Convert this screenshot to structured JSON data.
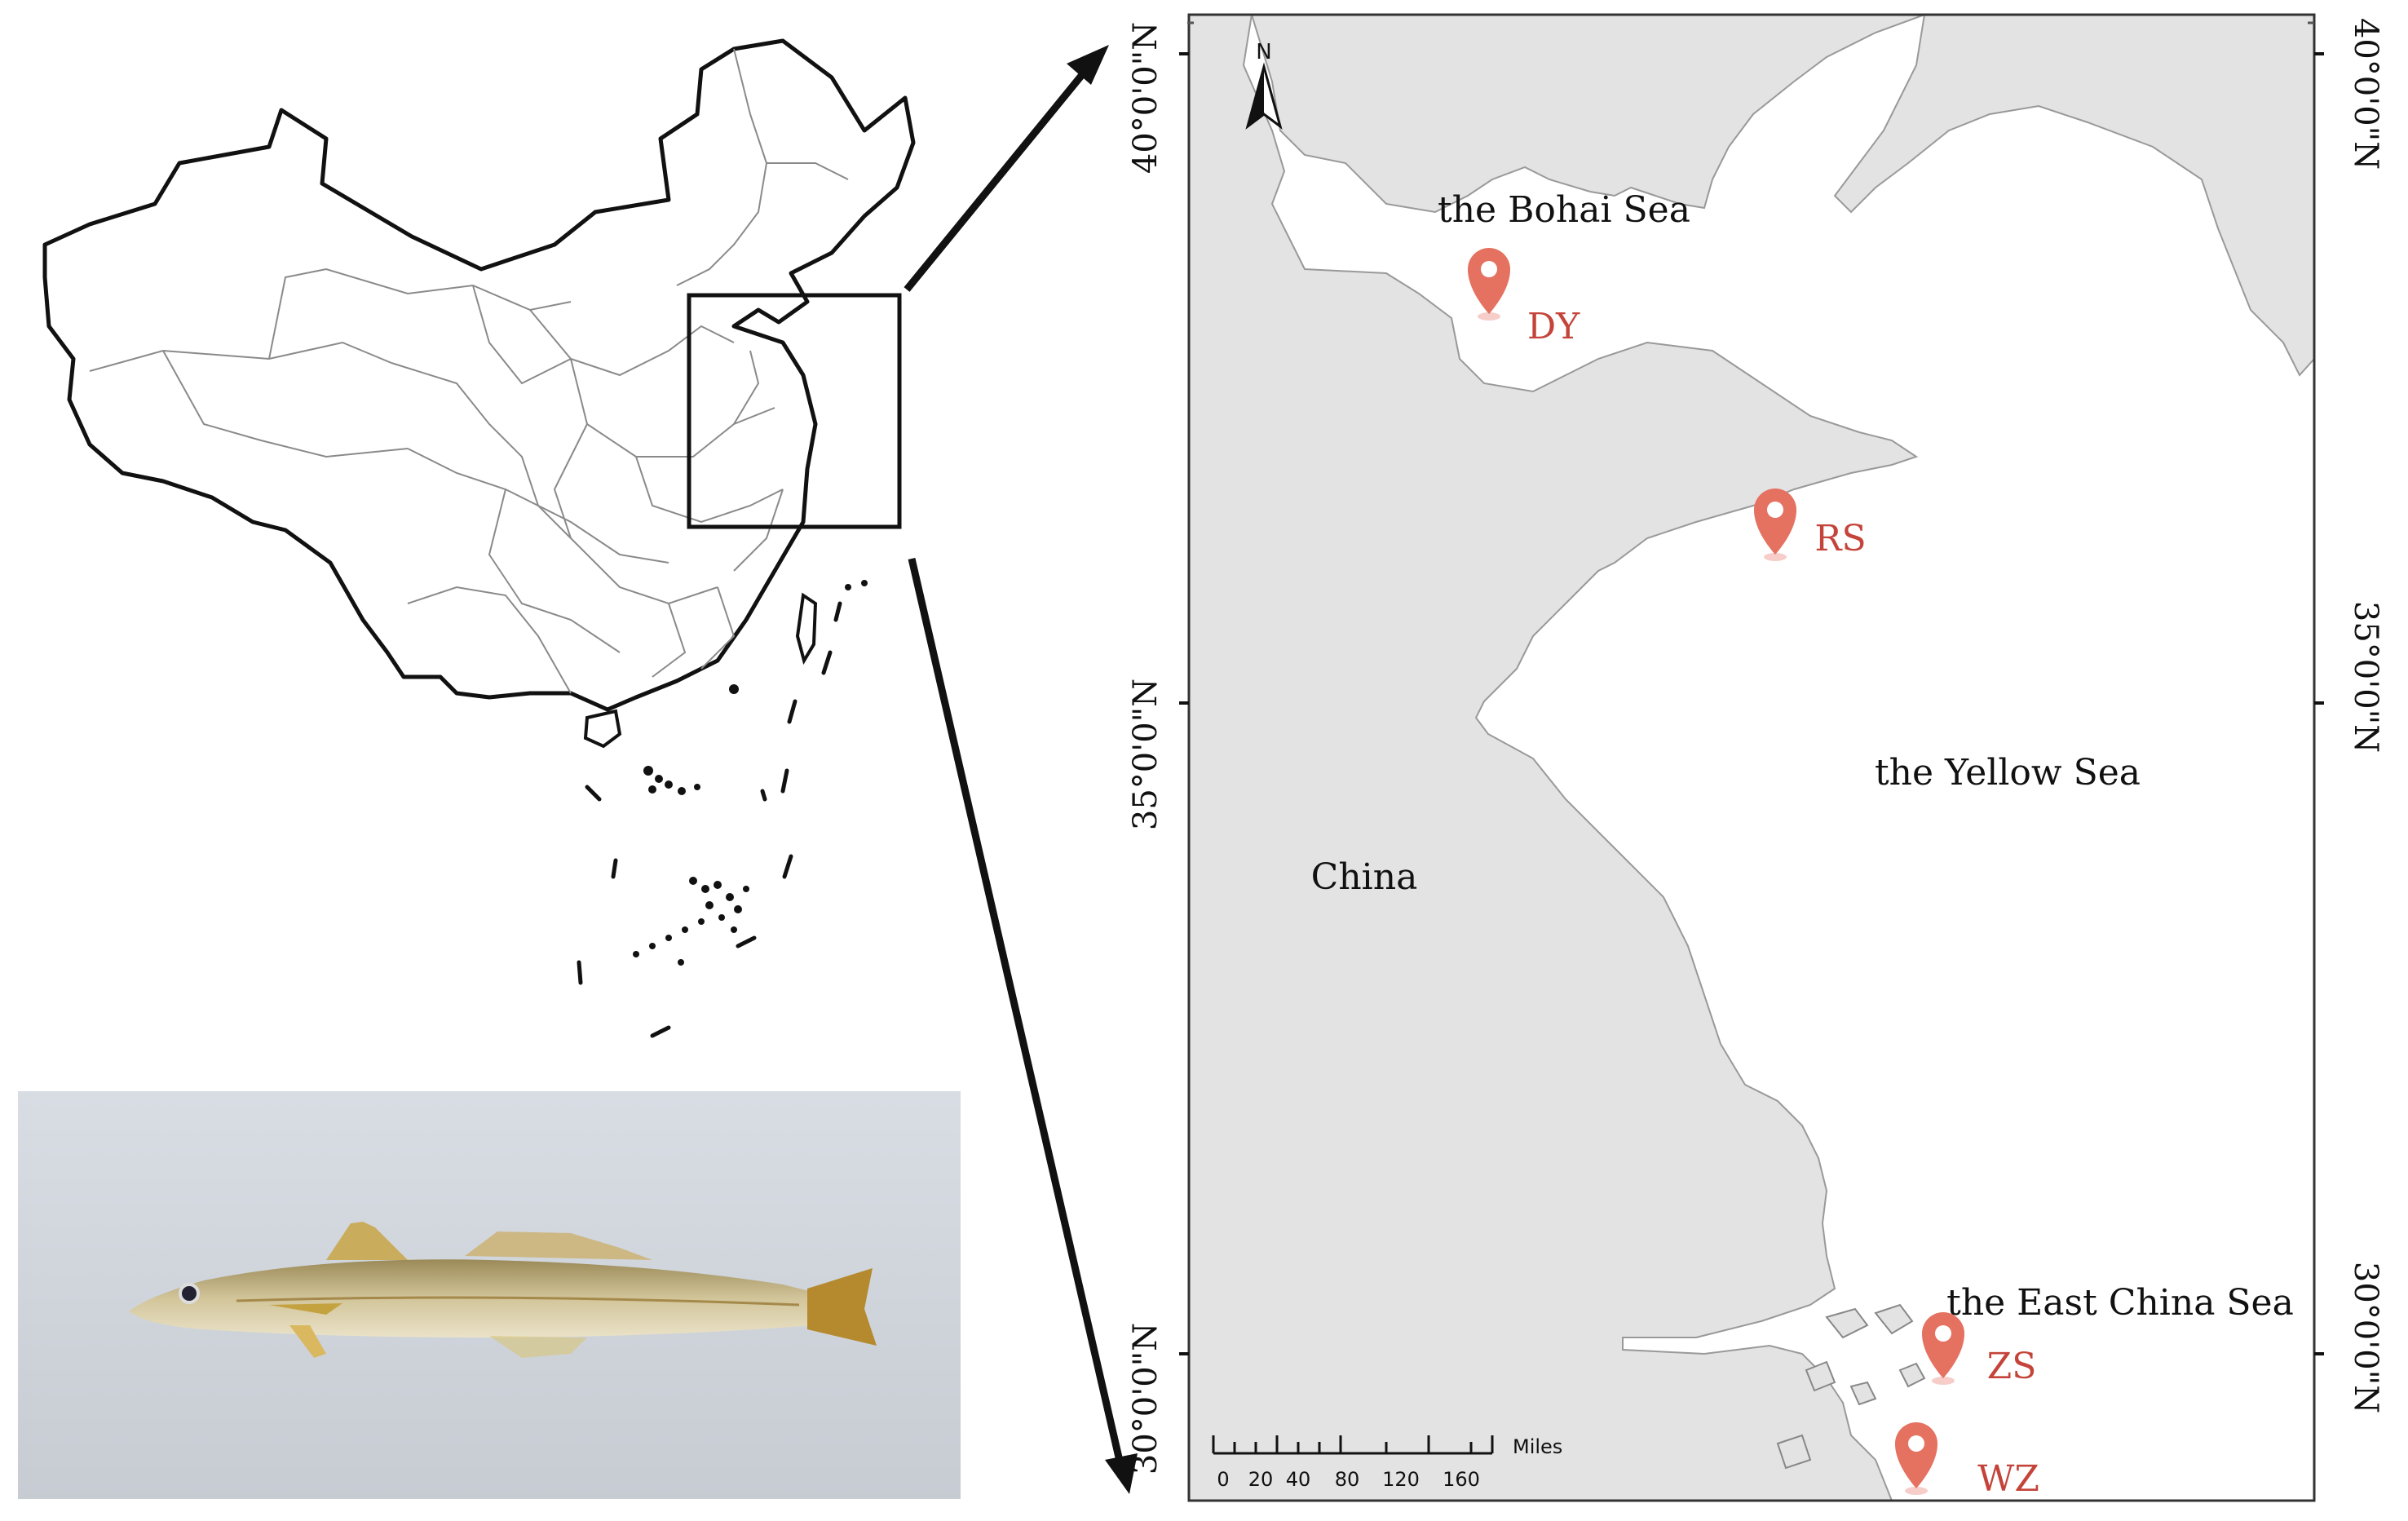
{
  "colors": {
    "land": "#e3e3e3",
    "sea": "#ffffff",
    "marker": "#e57161",
    "marker_label": "#c4443a",
    "outline": "#111111"
  },
  "overview_map": {
    "extent_box_label": ""
  },
  "regional_map": {
    "north_arrow": "N",
    "latitudes": [
      {
        "label": "40°0'0\"N",
        "value": 40
      },
      {
        "label": "35°0'0\"N",
        "value": 35
      },
      {
        "label": "30°0'0\"N",
        "value": 30
      }
    ],
    "sea_labels": [
      {
        "name": "the Bohai Sea"
      },
      {
        "name": "the Yellow Sea"
      },
      {
        "name": "the East China Sea"
      }
    ],
    "land_label": "China",
    "sites": [
      {
        "code": "DY"
      },
      {
        "code": "RS"
      },
      {
        "code": "ZS"
      },
      {
        "code": "WZ"
      }
    ],
    "scale_bar": {
      "ticks": [
        "0",
        "20",
        "40",
        "80",
        "120",
        "160"
      ],
      "unit": "Miles"
    }
  },
  "specimen_photo": {
    "icon": "fish-photo"
  }
}
